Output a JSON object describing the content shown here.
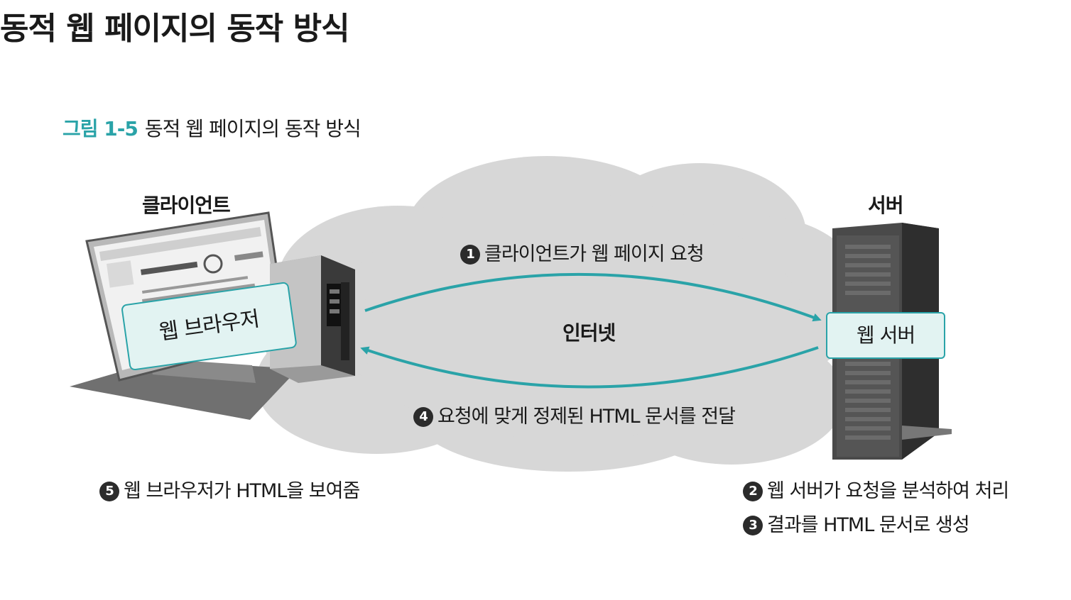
{
  "page_title": "동적 웹 페이지의 동작 방식",
  "figure": {
    "number": "그림 1-5",
    "caption": "동적 웹 페이지의 동작 방식"
  },
  "client": {
    "label": "클라이언트",
    "browser_label": "웹 브라우저"
  },
  "server": {
    "label": "서버",
    "web_server_label": "웹 서버"
  },
  "internet_label": "인터넷",
  "steps": [
    {
      "num": "1",
      "text": "클라이언트가 웹 페이지 요청"
    },
    {
      "num": "2",
      "text": "웹 서버가 요청을 분석하여 처리"
    },
    {
      "num": "3",
      "text": "결과를 HTML 문서로 생성"
    },
    {
      "num": "4",
      "text": "요청에 맞게 정제된 HTML 문서를 전달"
    },
    {
      "num": "5",
      "text": "웹 브라우저가 HTML을 보여줌"
    }
  ],
  "colors": {
    "accent": "#2aa3a8",
    "cloud": "#d7d7d7"
  }
}
